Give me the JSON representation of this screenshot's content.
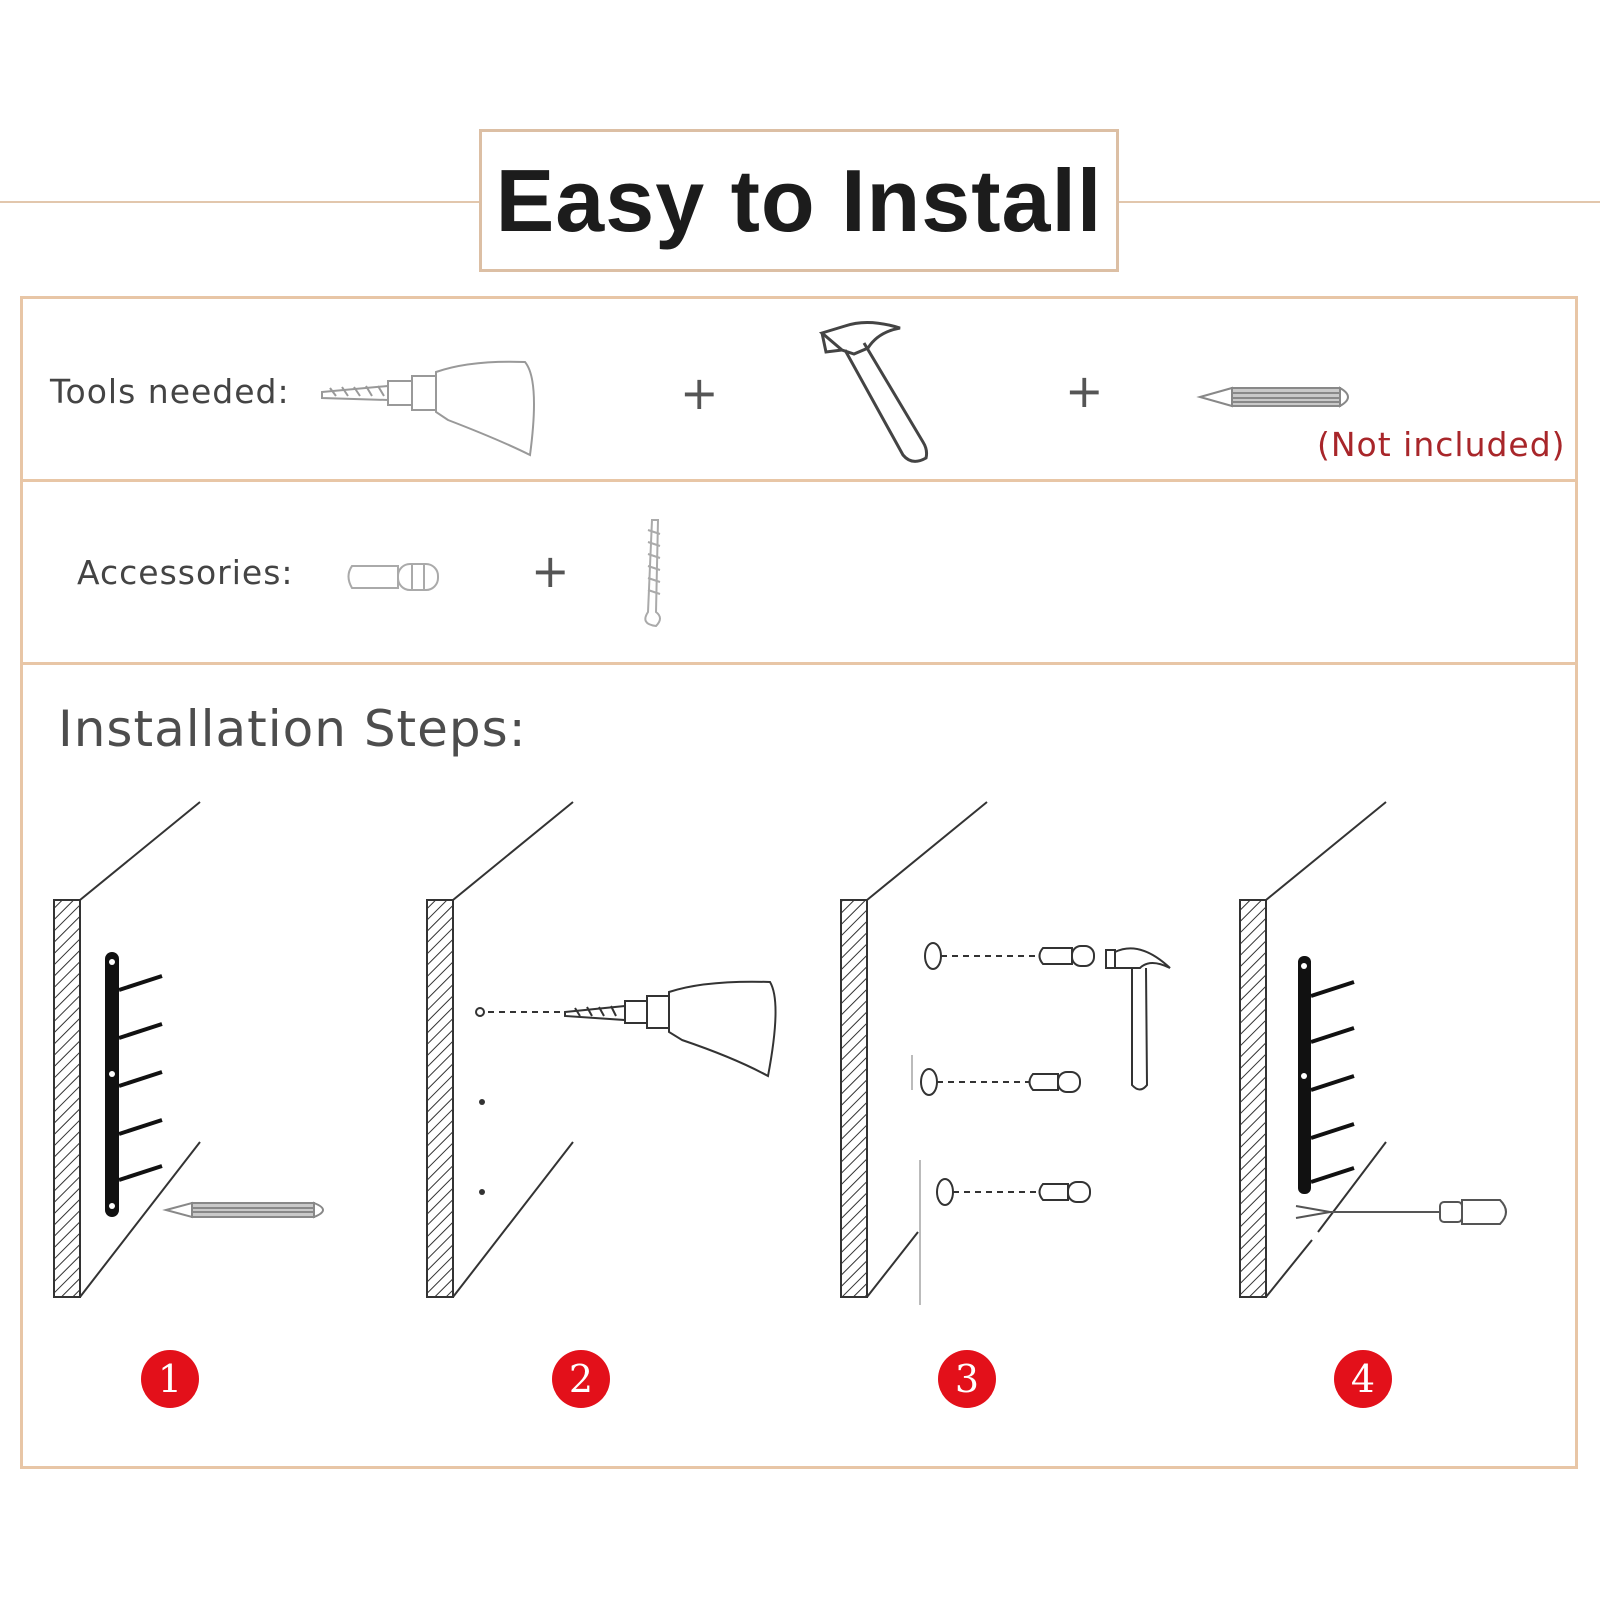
{
  "header": {
    "title": "Easy to Install"
  },
  "tools": {
    "label": "Tools needed:",
    "note": "(Not included)",
    "plus": "+",
    "items": [
      "drill-icon",
      "hammer-icon",
      "pencil-icon"
    ]
  },
  "accessories": {
    "label": "Accessories:",
    "plus": "+",
    "items": [
      "wall-anchor-icon",
      "screw-icon"
    ]
  },
  "steps": {
    "label": "Installation Steps:",
    "numbers": [
      "1",
      "2",
      "3",
      "4"
    ]
  },
  "colors": {
    "frame": "#e8c6a6",
    "note": "#a8262a",
    "badge": "#e3101a"
  }
}
